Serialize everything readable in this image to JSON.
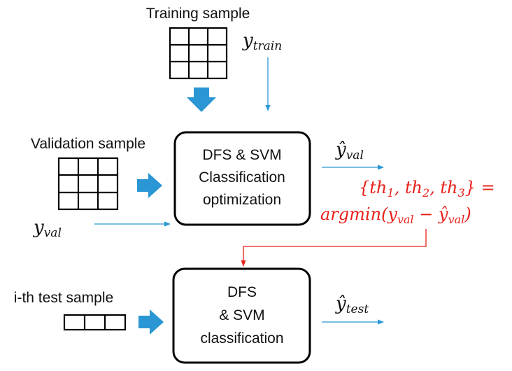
{
  "colors": {
    "arrow_blue": "#2a96d4",
    "feedback_red": "#e8201a",
    "box_border": "#000000",
    "background": "#ffffff"
  },
  "inputs": {
    "training": {
      "label": "Training sample",
      "target_base": "y",
      "target_sub": "train"
    },
    "validation": {
      "label": "Validation sample",
      "target_base": "y",
      "target_sub": "val"
    },
    "test": {
      "label": "i-th test sample"
    }
  },
  "boxes": {
    "optimization": {
      "line1": "DFS & SVM",
      "line2": "Classification",
      "line3": "optimization"
    },
    "classification": {
      "line1": "DFS",
      "line2": "& SVM",
      "line3": "classification"
    }
  },
  "outputs": {
    "val_pred": {
      "base": "ŷ",
      "sub": "val"
    },
    "test_pred": {
      "base": "ŷ",
      "sub": "test"
    }
  },
  "equation": {
    "open": "{",
    "t1": "th",
    "s1": "1",
    "c1": ", ",
    "t2": "th",
    "s2": "2",
    "c2": ", ",
    "t3": "th",
    "s3": "3",
    "close": "} =",
    "argmin": "argmin(",
    "y": "y",
    "ysub": "val",
    "minus": " − ",
    "yhat": "ŷ",
    "yhatsub": "val",
    "end": ")"
  }
}
